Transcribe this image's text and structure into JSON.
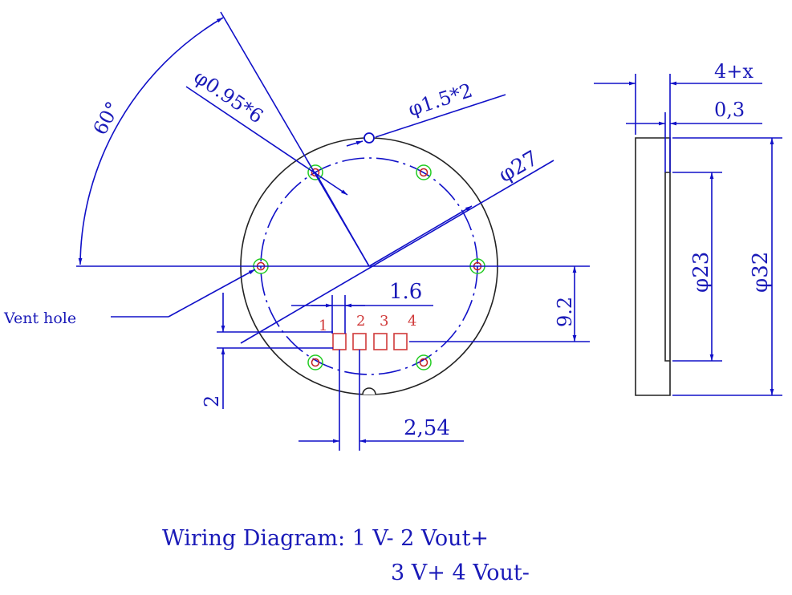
{
  "colors": {
    "dimension": "#1010c8",
    "pads": "#d03a3a",
    "hole_ring": "#22cc22",
    "outline": "#222222"
  },
  "labels": {
    "angle": "60°",
    "hole_small": "φ0.95*6",
    "hole_large": "φ1.5*2",
    "outer_circle": "φ27",
    "pad_pitch_top": "1.6",
    "offset_vertical": "9.2",
    "offset_small": "2",
    "pad_pitch_bottom": "2,54",
    "vent_hole": "Vent hole",
    "side_thickness": "4+x",
    "side_step": "0,3",
    "inner_diameter": "φ23",
    "outer_diameter": "φ32"
  },
  "pads": [
    "1",
    "2",
    "3",
    "4"
  ],
  "wiring": {
    "line1": "Wiring Diagram: 1 V- 2 Vout+",
    "line2": "3 V+ 4 Vout-"
  }
}
